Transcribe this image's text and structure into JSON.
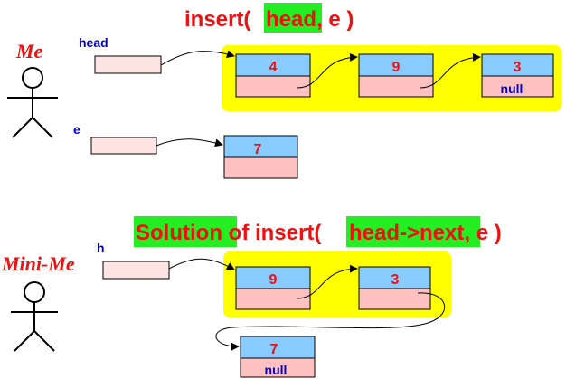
{
  "colors": {
    "red": "#ee1111",
    "blue": "#0000cc",
    "green": "#22ee22",
    "yellow": "#ffff00",
    "node_top": "#88ccff",
    "node_bottom": "#ffc0c0",
    "pointer_box": "#ffe4e4",
    "black": "#000000"
  },
  "top": {
    "title_prefix": "insert( ",
    "title_highlight": "head",
    "title_suffix": ", e )",
    "actor_label": "Me",
    "head_label": "head",
    "e_label": "e",
    "list": [
      {
        "value": "4",
        "next": ""
      },
      {
        "value": "9",
        "next": ""
      },
      {
        "value": "3",
        "next": "null"
      }
    ],
    "new_node": {
      "value": "7",
      "next": ""
    }
  },
  "bottom": {
    "title_highlight1": "Solution",
    "title_middle": " of insert( ",
    "title_highlight2": "head->next",
    "title_suffix": ", e )",
    "actor_label": "Mini-Me",
    "h_label": "h",
    "list": [
      {
        "value": "9",
        "next": ""
      },
      {
        "value": "3",
        "next": ""
      }
    ],
    "new_node": {
      "value": "7",
      "next": "null"
    }
  }
}
